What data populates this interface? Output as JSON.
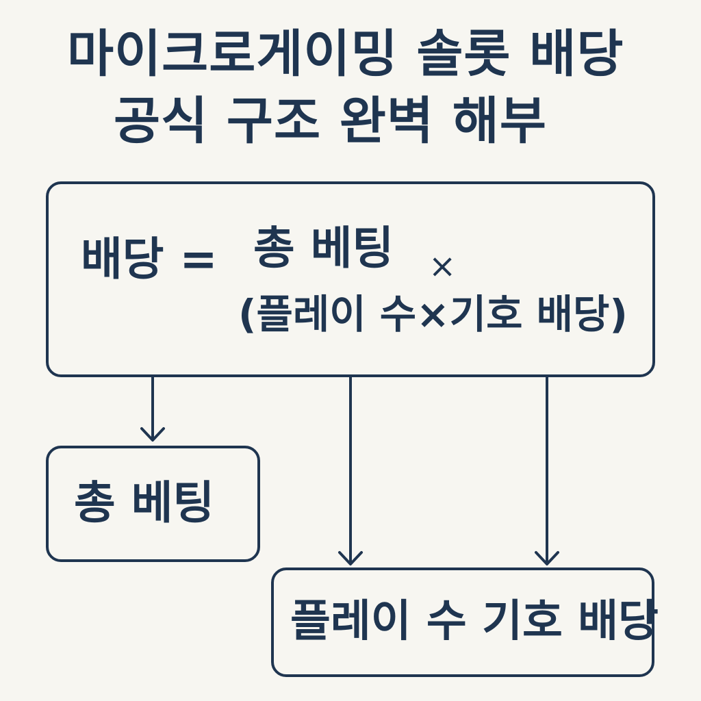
{
  "title": {
    "line1": "마이크로게이밍 솔롯 배당",
    "line2": "공식 구조 완벽 해부"
  },
  "formula": {
    "lhs": "배당 =",
    "rhs_line1": "총 베팅",
    "times": "×",
    "rhs_line2": "(플레이 수×기호 배당)"
  },
  "boxes": {
    "total_bet": "총 베팅",
    "components": "플레이 수 기호 배당"
  },
  "colors": {
    "ink": "#1f3550",
    "background": "#f7f6f1"
  }
}
